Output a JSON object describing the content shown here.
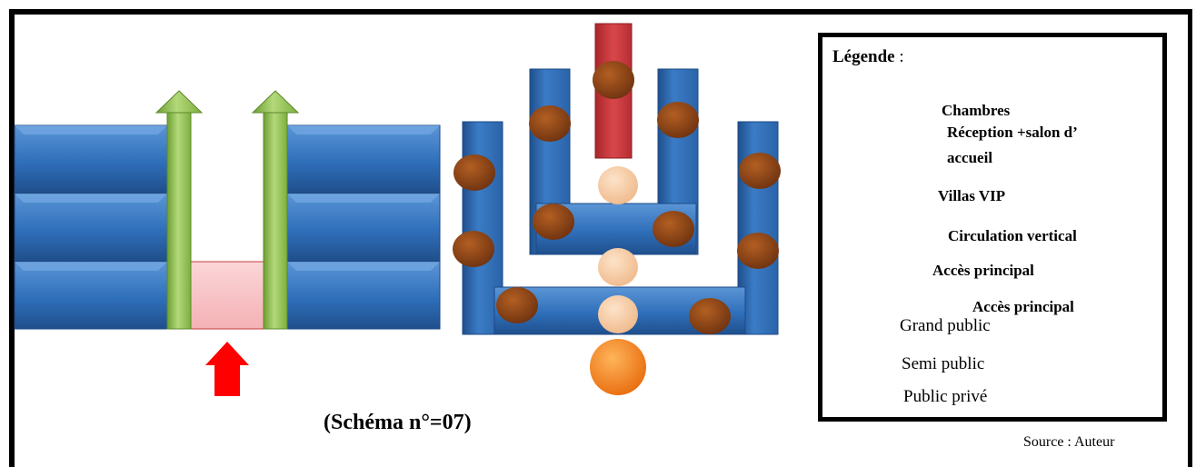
{
  "legend": {
    "title": "Légende",
    "title_suffix": " :",
    "items": [
      {
        "icon": "blue-block-icon",
        "label": "Chambres"
      },
      {
        "icon": "pink-block-icon",
        "label_line1": "Réception +salon d’",
        "label_line2": "accueil"
      },
      {
        "icon": "red-block-icon",
        "label": "Villas VIP"
      },
      {
        "icon": "green-arrow-icon",
        "label": "Circulation vertical"
      },
      {
        "icon": "red-arrow-icon",
        "label": "Accès principal"
      },
      {
        "icon": "none",
        "label": "Accès principal"
      },
      {
        "icon": "orange-circle-icon",
        "label": "Grand public"
      },
      {
        "icon": "beige-circle-icon",
        "label": "Semi public"
      },
      {
        "icon": "brown-circle-icon",
        "label": "Public privé"
      }
    ]
  },
  "caption": "(Schéma n°=07)",
  "source": "Source : Auteur",
  "colors": {
    "chambres": "#2f6fba",
    "reception": "#f7c3c6",
    "villas": "#c9383c",
    "circulation": "#8fc050",
    "acces": "#ff0000",
    "grand_public": "#f07c1c",
    "semi_public": "#f5c9a2",
    "public_prive": "#8b4215"
  }
}
